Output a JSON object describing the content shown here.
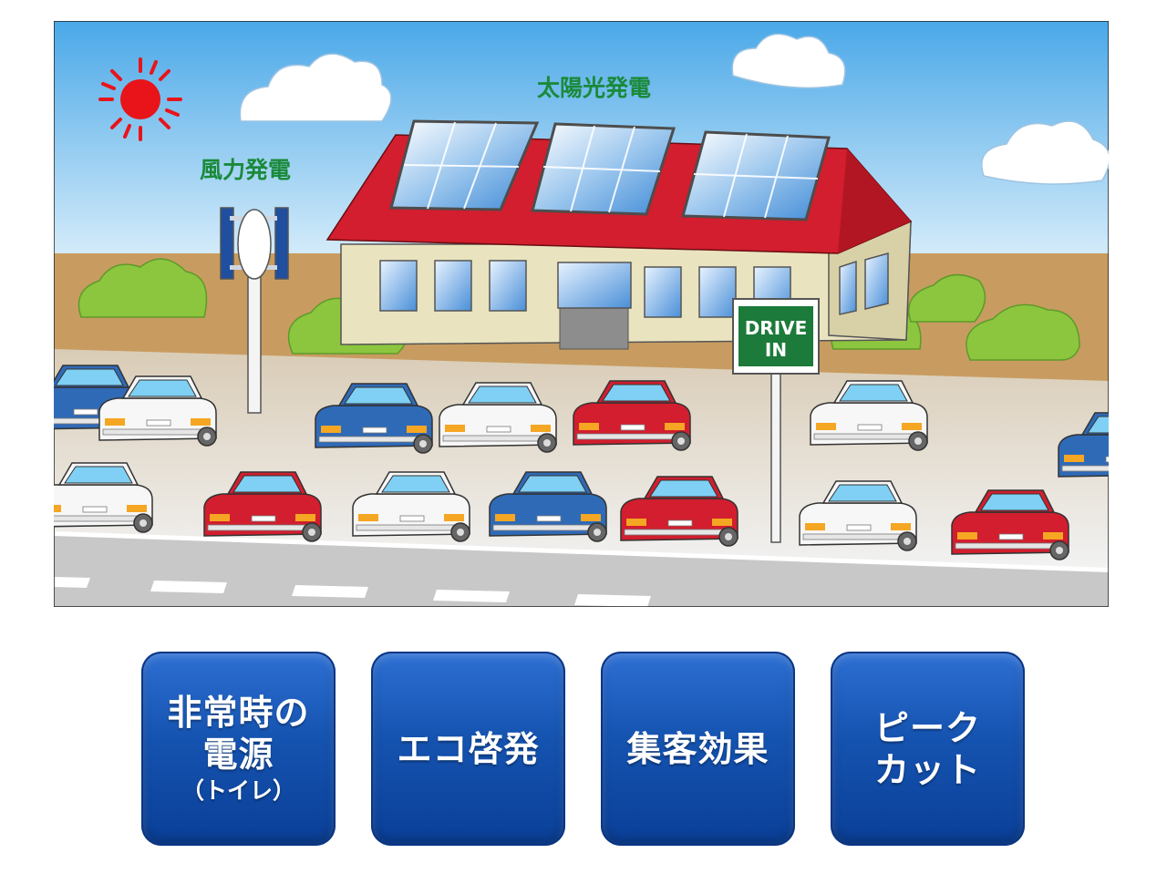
{
  "scene": {
    "labels": {
      "solar": "太陽光発電",
      "wind": "風力発電",
      "sign_line1": "DRIVE",
      "sign_line2": "IN"
    },
    "colors": {
      "sky_top": "#4aa8e8",
      "sky_bottom": "#e6f4fc",
      "roof": "#d21e2e",
      "wall": "#e9e4bf",
      "ground": "#c89c60",
      "lot": "#ececec",
      "road": "#c8c8c8",
      "bush": "#8cc63f",
      "sign_green": "#1c7a3a",
      "label_green": "#1a8a3a",
      "sun": "#e8141a"
    },
    "icons": [
      "sun-icon",
      "cloud-icon",
      "wind-turbine-icon",
      "solar-panel-icon",
      "car-icon",
      "bush-icon"
    ]
  },
  "tiles": [
    {
      "lines": [
        "非常時の",
        "電源"
      ],
      "small": "（トイレ）"
    },
    {
      "lines": [
        "エコ啓発"
      ],
      "small": ""
    },
    {
      "lines": [
        "集客効果"
      ],
      "small": ""
    },
    {
      "lines": [
        "ピーク",
        "カット"
      ],
      "small": ""
    }
  ]
}
